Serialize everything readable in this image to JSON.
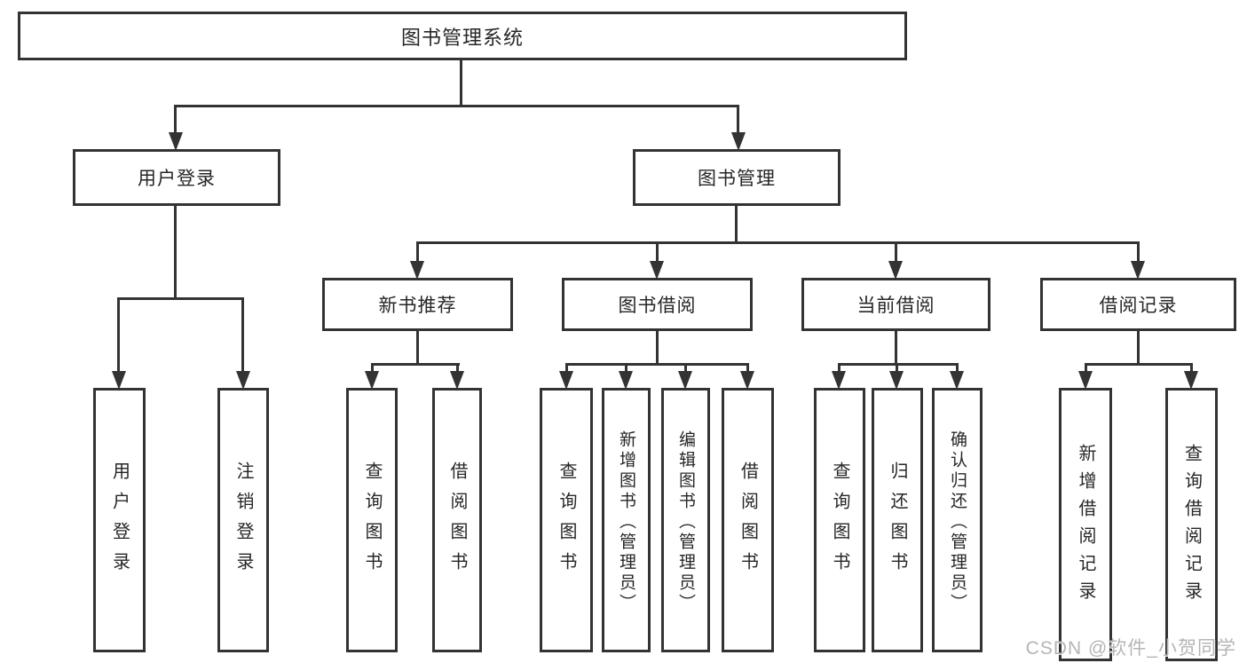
{
  "diagram": {
    "title": "图书管理系统",
    "root": {
      "label": "图书管理系统"
    },
    "level2": [
      {
        "label": "用户登录"
      },
      {
        "label": "图书管理"
      }
    ],
    "level3": [
      {
        "label": "新书推荐"
      },
      {
        "label": "图书借阅"
      },
      {
        "label": "当前借阅"
      },
      {
        "label": "借阅记录"
      }
    ],
    "leaves": {
      "user_login": [
        "用户登录",
        "注销登录"
      ],
      "new_books": [
        "查询图书",
        "借阅图书"
      ],
      "book_borrow": [
        "查询图书",
        "新增图书（管理员）",
        "编辑图书（管理员）",
        "借阅图书"
      ],
      "current_borrow": [
        "查询图书",
        "归还图书",
        "确认归还（管理员）"
      ],
      "borrow_records": [
        "新增借阅记录",
        "查询借阅记录"
      ]
    }
  },
  "watermark": {
    "text": "CSDN @软件_小贺同学"
  },
  "colors": {
    "line": "#333333",
    "text": "#262626",
    "watermark": "#b5b5b5",
    "background": "#ffffff"
  }
}
